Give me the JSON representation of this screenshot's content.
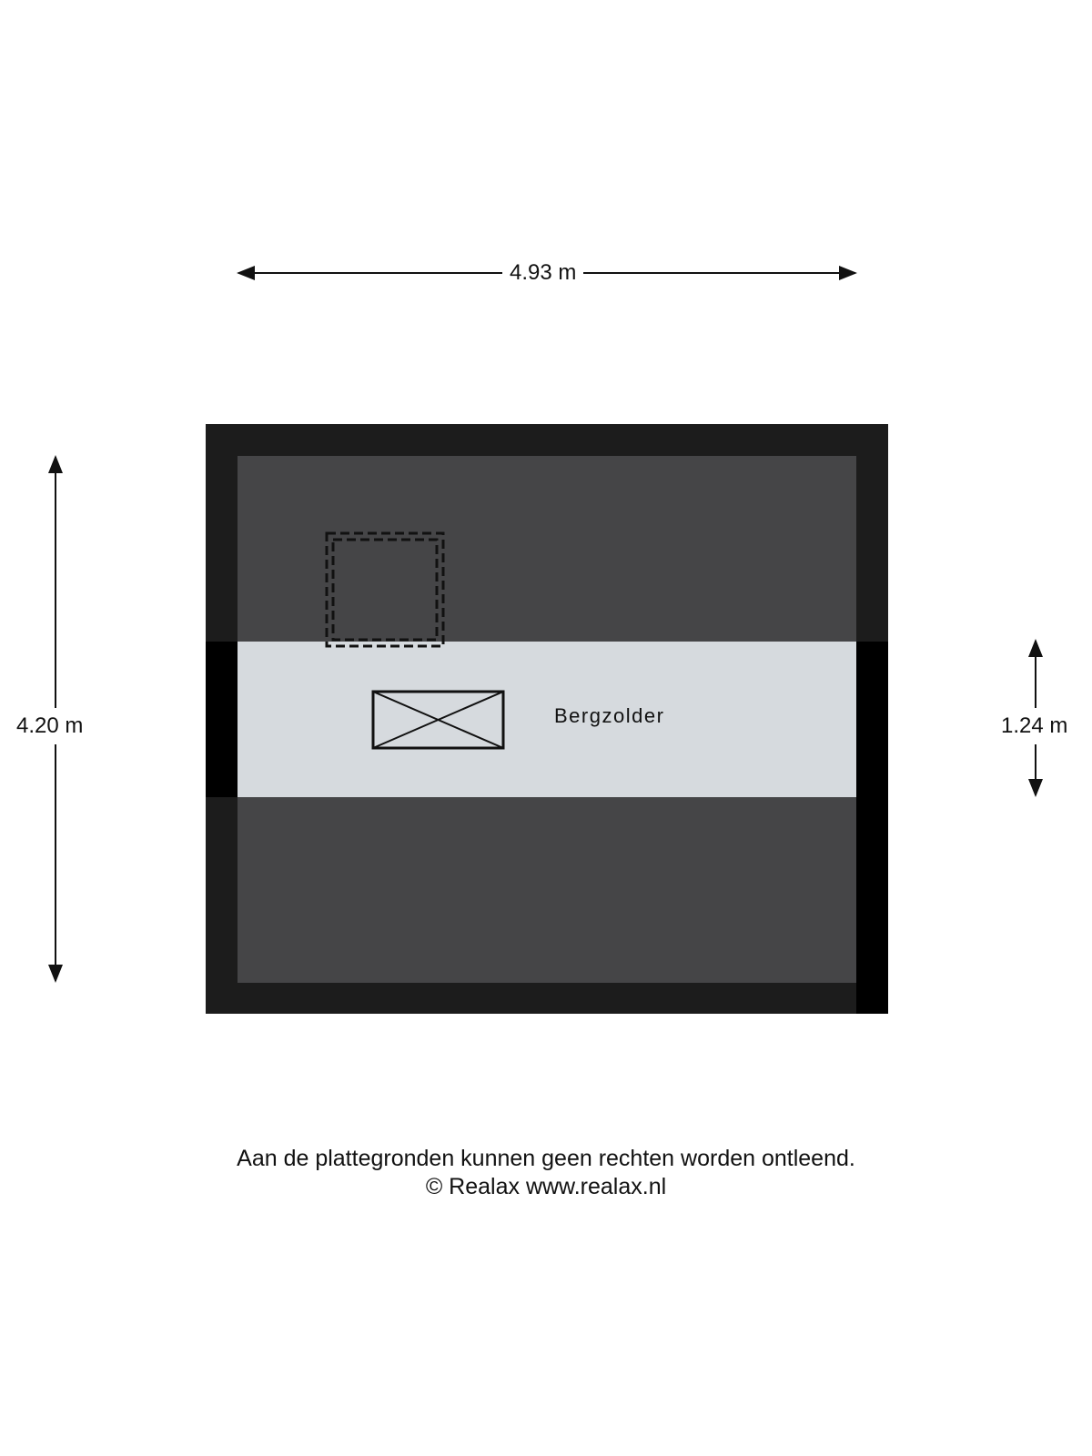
{
  "dimensions": {
    "width": "4.93 m",
    "height": "4.20 m",
    "headroom": "1.24 m"
  },
  "room": {
    "label": "Bergzolder"
  },
  "footer": {
    "disclaimer": "Aan de plattegronden kunnen geen rechten worden ontleend.",
    "credit": "© Realax www.realax.nl"
  },
  "colors": {
    "wall": "#1c1c1c",
    "wall_dark": "#000000",
    "sloped_roof": "#454547",
    "floor_light": "#d6dade",
    "line": "#111111"
  }
}
